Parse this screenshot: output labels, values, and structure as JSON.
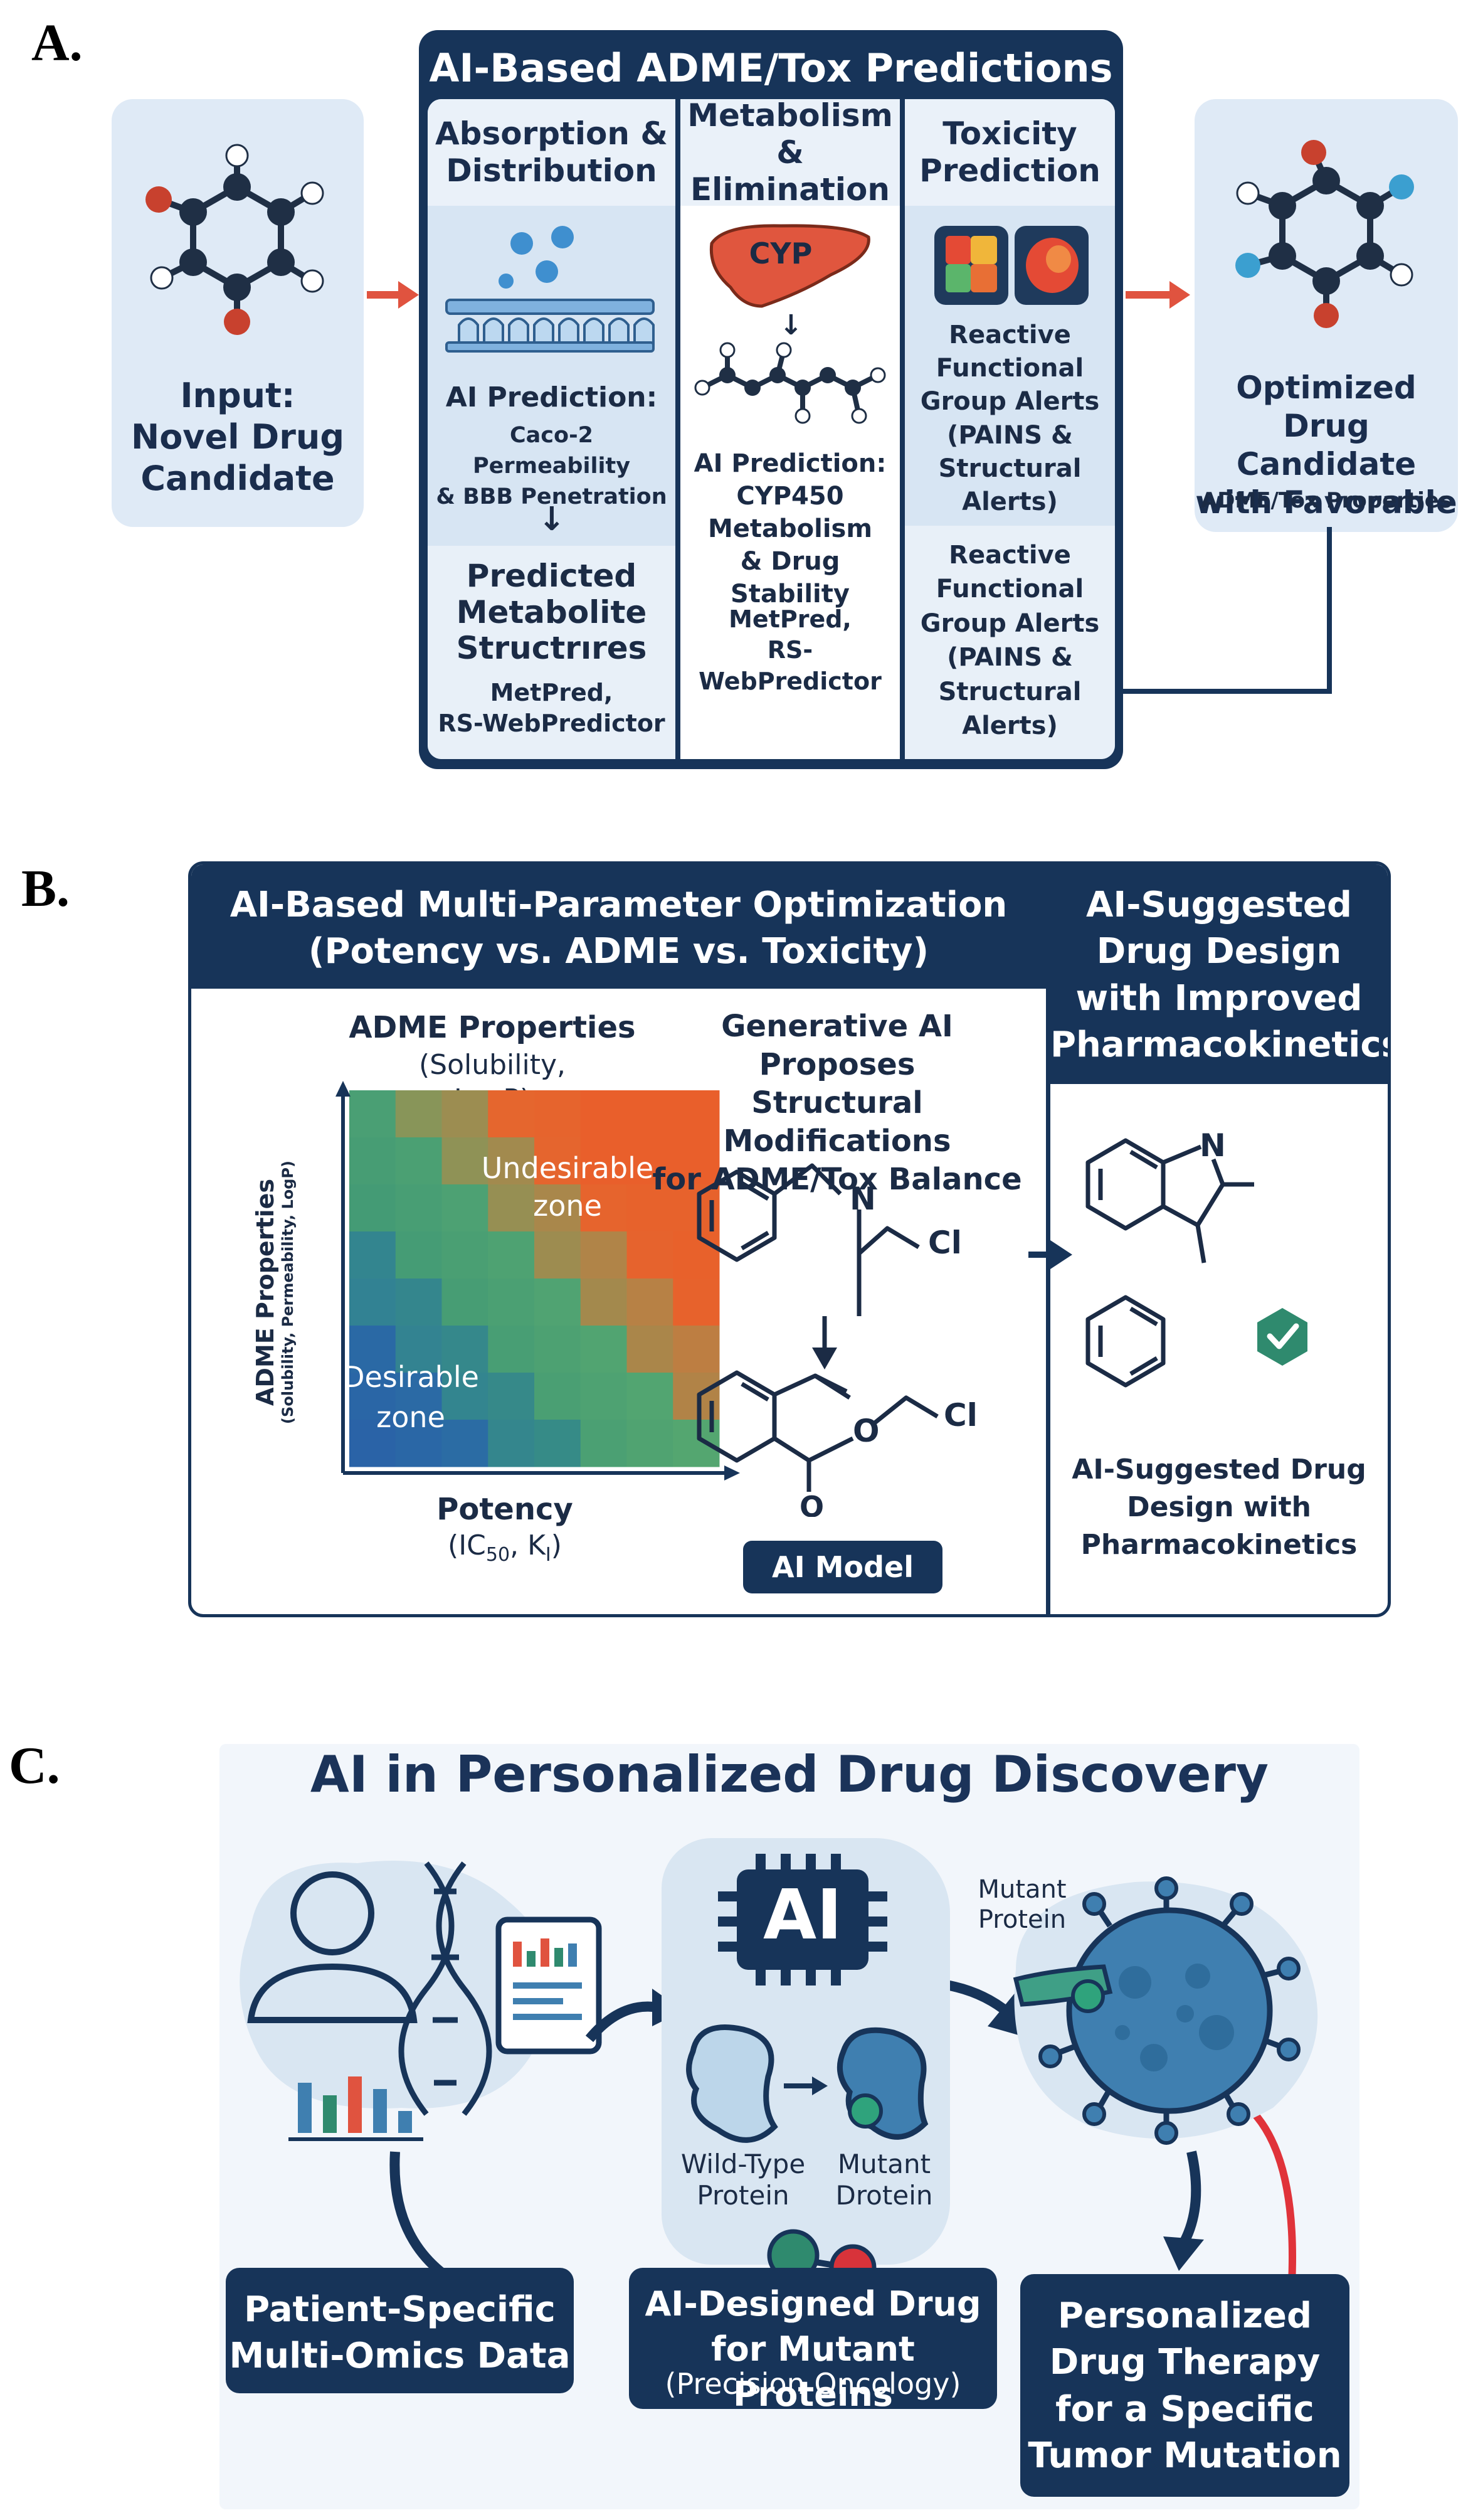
{
  "panel_a": {
    "letter": "A.",
    "title": "AI-Based ADME/Tox Predictions",
    "input": "Input:\nNovel Drug\nCandidate",
    "col1_header": "Absorption &\nDistribution",
    "col1_pred": "AI Prediction:",
    "col1_pred_detail": "Caco-2 Permeability\n& BBB Penetration",
    "col1_metabolite": "Predicted\nMetabolite\nStructrıres",
    "col1_tools": "MetPred,\nRS-WebPredictor",
    "col2_header": "Metabolism\n& Elimination",
    "col2_enzyme": "CYP",
    "col2_pred": "AI Prediction:\nCYP450\nMetabolism\n& Drug Stability",
    "col2_tools": "MetPred,\nRS-WebPredictor",
    "col3_header": "Toxicity\nPrediction",
    "col3_alert_1": "Reactive\nFunctional\nGroup Alerts\n(PAINS &\nStructural\nAlerts)",
    "col3_alert_2": "Reactive\nFunctional\nGroup Alerts\n(PAINS &\nStructural\nAlerts)",
    "output_main": "Optimized\nDrug Candidate\nwith Favorable",
    "output_sub": "ADME/Tox Properties"
  },
  "panel_b": {
    "letter": "B.",
    "title": "AI-Based Multi-Parameter Optimization\n(Potency vs. ADME vs. Toxicity)",
    "right_title": "AI-Suggested\nDrug Design\nwith Improved\nPharmacokinetics",
    "plot_title": "ADME Properties",
    "plot_title_sub": "(Solubility,\nLogP)",
    "y_label": "ADME Properties",
    "y_label_sub": "(Solubility, Permeability, LogP)",
    "zone_bad": "Undesirable\nzone",
    "zone_good": "Desirable\nzone",
    "x_label": "Potency",
    "x_label_sub": "(IC",
    "x_sub_50": "50",
    "x_label_k": ", K",
    "x_sub_i": "I",
    "x_close": ")",
    "gen_text": "Generative AI Proposes\nStructural Modifications\nfor ADME/Tox Balance",
    "atom_n": "N",
    "atom_cl": "Cl",
    "atom_o": "O",
    "model_label": "AI Model",
    "right_atom_n": "N",
    "right_caption": "AI-Suggested Drug\nDesign with\nPharmacokinetics"
  },
  "panel_c": {
    "letter": "C.",
    "title": "AI in Personalized Drug Discovery",
    "ai_chip": "AI",
    "mutant_label": "Mutant\nProtein",
    "wild_type": "Wild-Type\nProtein",
    "mutant_drotein": "Mutant\nDrotein",
    "box1": "Patient-Specific\nMulti-Omics Data",
    "box2_main": "AI-Designed Drug\nfor Mutant Proteins",
    "box2_sub": "(Precision Oncology)",
    "box3": "Personalized\nDrug Therapy\nfor a Specific\nTumor Mutation"
  },
  "colors": {
    "navy": "#173459",
    "light_blue": "#dfeaf6",
    "arrow_red": "#e0533f",
    "virus_blue": "#3f7fb0",
    "check_green": "#2f8a6e"
  }
}
